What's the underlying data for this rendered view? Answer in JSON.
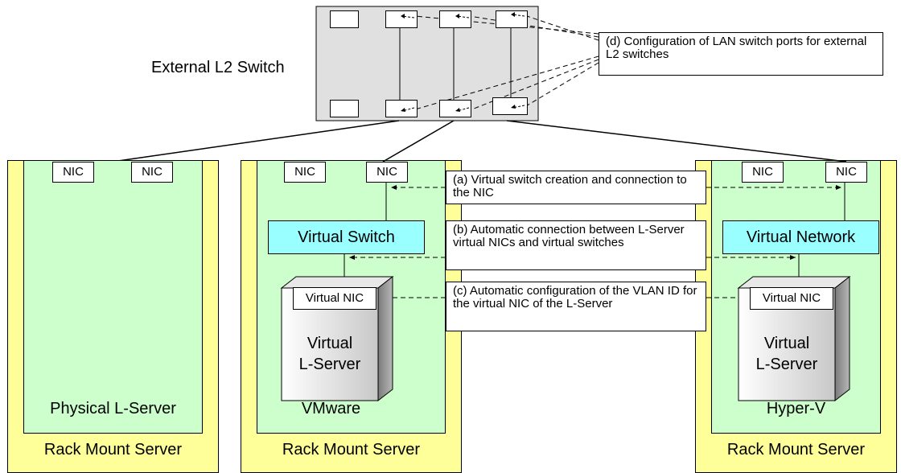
{
  "switch": {
    "label": "External L2 Switch"
  },
  "callouts": {
    "a": "(a) Virtual switch creation and connection to the NIC",
    "b": "(b) Automatic connection between L-Server virtual NICs and virtual switches",
    "c": "(c) Automatic configuration of the VLAN ID for the virtual NIC of the L-Server",
    "d": "(d) Configuration of LAN switch ports for external L2 switches"
  },
  "servers": [
    {
      "rack_label": "Rack Mount Server",
      "inner_label": "Physical L-Server",
      "nics": [
        "NIC",
        "NIC"
      ]
    },
    {
      "rack_label": "Rack Mount Server",
      "inner_label": "VMware",
      "nics": [
        "NIC",
        "NIC"
      ],
      "virtual_switch": "Virtual Switch",
      "virtual_nic": "Virtual NIC",
      "vserver_line1": "Virtual",
      "vserver_line2": "L-Server"
    },
    {
      "rack_label": "Rack Mount Server",
      "inner_label": "Hyper-V",
      "nics": [
        "NIC",
        "NIC"
      ],
      "virtual_switch": "Virtual Network",
      "virtual_nic": "Virtual NIC",
      "vserver_line1": "Virtual",
      "vserver_line2": "L-Server"
    }
  ],
  "colors": {
    "rack": "#ffff99",
    "server_inner": "#ccffcc",
    "virtual_switch": "#99ffff",
    "switch_body": "#e0e0e0"
  }
}
